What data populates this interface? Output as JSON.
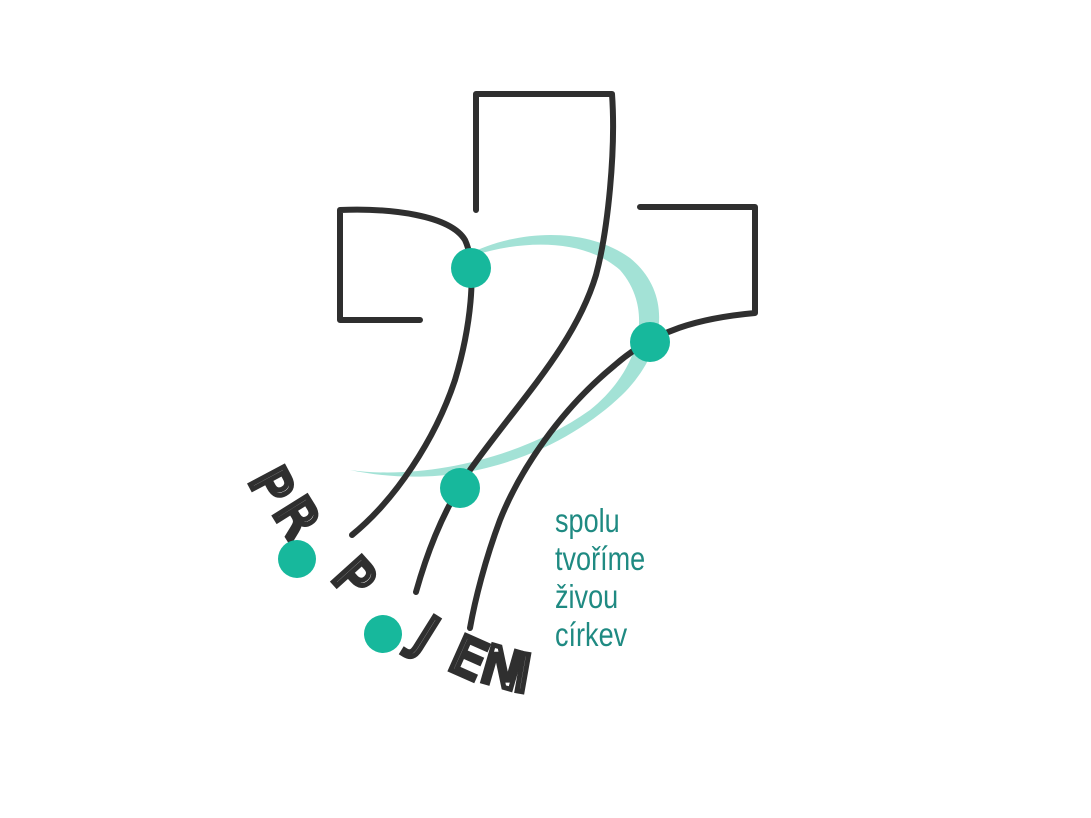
{
  "logo": {
    "wordmark": [
      "P",
      "R",
      "O",
      "P",
      "O",
      "J",
      "E",
      "N",
      "I"
    ],
    "tagline": [
      "spolu",
      "tvoříme",
      "živou",
      "církev"
    ],
    "colors": {
      "dark": "#2f2f2f",
      "teal": "#17b89c",
      "ring": "#9fe0d4",
      "tagline": "#1f8a82"
    }
  }
}
